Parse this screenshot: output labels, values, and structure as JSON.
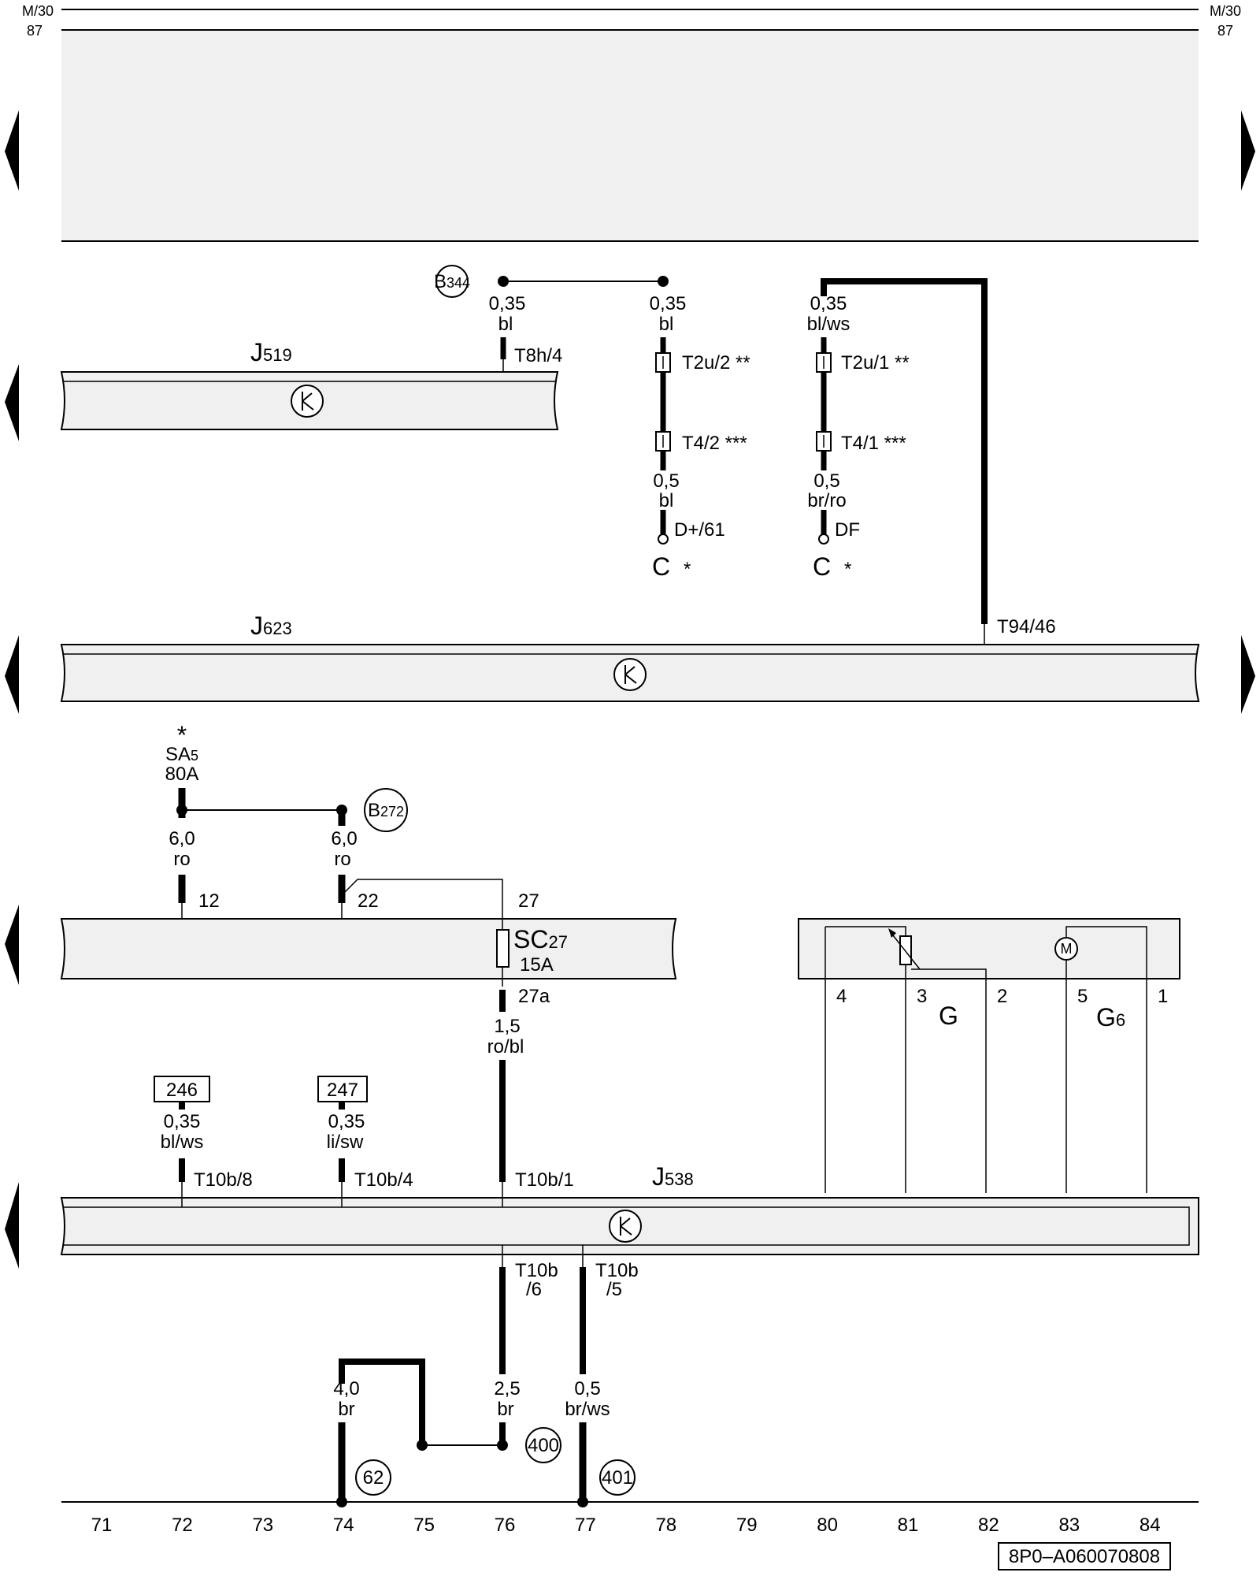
{
  "rails": {
    "top_left_label": "M/30",
    "top_right_label": "M/30",
    "second_left_label": "87",
    "second_right_label": "87"
  },
  "modules": {
    "j519": {
      "letter": "J",
      "sub": "519",
      "pin": "T8h/4"
    },
    "j623": {
      "letter": "J",
      "sub": "623",
      "pin": "T94/46"
    },
    "j538": {
      "letter": "J",
      "sub": "538"
    },
    "fuse_box": {
      "fuse_letter": "SC",
      "fuse_sub": "27",
      "fuse_rating": "15A",
      "pin_12": "12",
      "pin_22": "22",
      "pin_27": "27",
      "pin_27a": "27a"
    },
    "sensor_block": {
      "g_letter": "G",
      "g6_letter": "G",
      "g6_sub": "6",
      "pin4": "4",
      "pin3": "3",
      "pin2": "2",
      "pin5": "5",
      "pin1": "1"
    }
  },
  "refs": {
    "b344_letter": "B",
    "b344_sub": "344",
    "b272_letter": "B",
    "b272_sub": "272",
    "sa5_star": "*",
    "sa5_letter": "SA",
    "sa5_sub": "5",
    "sa5_rating": "80A",
    "box246": "246",
    "box247": "247",
    "ground62": "62",
    "ground400": "400",
    "ground401": "401"
  },
  "wires": {
    "w1": {
      "size": "0,35",
      "color": "bl"
    },
    "w2": {
      "size": "0,35",
      "color": "bl"
    },
    "w3": {
      "size": "0,35",
      "color": "bl/ws"
    },
    "w4": {
      "size": "0,5",
      "color": "bl"
    },
    "w5": {
      "size": "0,5",
      "color": "br/ro"
    },
    "w6": {
      "size": "6,0",
      "color": "ro"
    },
    "w7": {
      "size": "6,0",
      "color": "ro"
    },
    "w8": {
      "size": "1,5",
      "color": "ro/bl"
    },
    "w9": {
      "size": "0,35",
      "color": "bl/ws"
    },
    "w10": {
      "size": "0,35",
      "color": "li/sw"
    },
    "w11": {
      "size": "4,0",
      "color": "br"
    },
    "w12": {
      "size": "2,5",
      "color": "br"
    },
    "w13": {
      "size": "0,5",
      "color": "br/ws"
    }
  },
  "connectors": {
    "t2u2": "T2u/2",
    "t2u2_mark": "**",
    "t42": "T4/2",
    "t42_mark": "***",
    "t2u1": "T2u/1",
    "t2u1_mark": "**",
    "t41": "T4/1",
    "t41_mark": "***",
    "d61": "D+/61",
    "df": "DF",
    "c1": "C",
    "c1_mark": "*",
    "c2": "C",
    "c2_mark": "*",
    "t10b8": "T10b/8",
    "t10b4": "T10b/4",
    "t10b1": "T10b/1",
    "t10b6_a": "T10b",
    "t10b6_b": "/6",
    "t10b5_a": "T10b",
    "t10b5_b": "/5"
  },
  "tracks": [
    "71",
    "72",
    "73",
    "74",
    "75",
    "76",
    "77",
    "78",
    "79",
    "80",
    "81",
    "82",
    "83",
    "84"
  ],
  "doc_code": "8P0–A060070808"
}
